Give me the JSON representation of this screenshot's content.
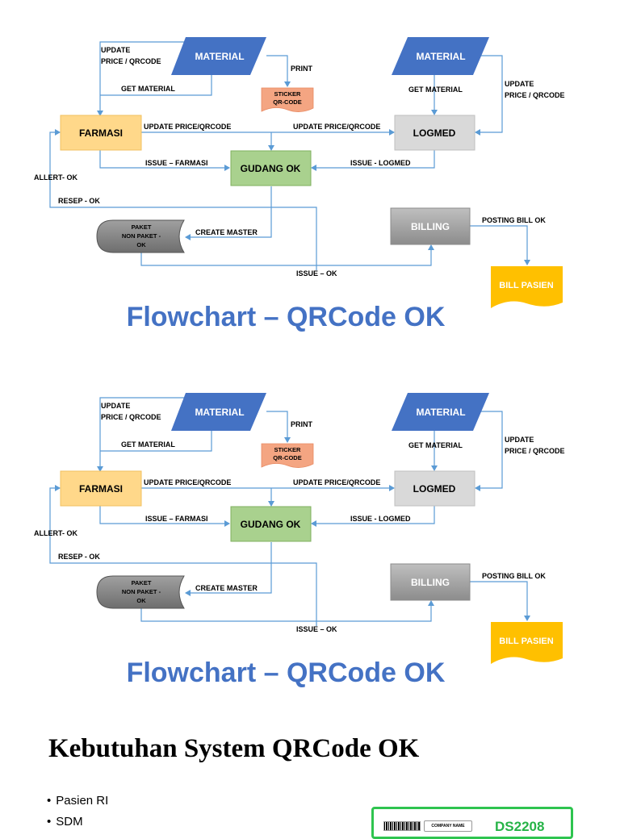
{
  "flowcharts": [
    {
      "title": "Flowchart – QRCode OK",
      "nodes": {
        "material_left": "MATERIAL",
        "material_right": "MATERIAL",
        "sticker_line1": "STICKER",
        "sticker_line2": "QR-CODE",
        "farmasi": "FARMASI",
        "logmed": "LOGMED",
        "gudang": "GUDANG OK",
        "billing": "BILLING",
        "paket_line1": "PAKET",
        "paket_line2": "NON PAKET -",
        "paket_line3": "OK",
        "bill_pasien": "BILL PASIEN"
      },
      "labels": {
        "update_price_qr_line1": "UPDATE",
        "update_price_qr_line2": "PRICE / QRCODE",
        "get_material_left": "GET MATERIAL",
        "print": "PRINT",
        "get_material_right": "GET MATERIAL",
        "update_right_line1": "UPDATE",
        "update_right_line2": "PRICE / QRCODE",
        "update_price_left": "UPDATE PRICE/QRCODE",
        "update_price_right": "UPDATE PRICE/QRCODE",
        "issue_farmasi": "ISSUE – FARMASI",
        "issue_logmed": "ISSUE - LOGMED",
        "allert": "ALLERT- OK",
        "resep": "RESEP - OK",
        "create_master": "CREATE MASTER",
        "posting_bill": "POSTING BILL OK",
        "issue_ok": "ISSUE – OK"
      }
    },
    {
      "title": "Flowchart – QRCode OK",
      "nodes": {
        "material_left": "MATERIAL",
        "material_right": "MATERIAL",
        "sticker_line1": "STICKER",
        "sticker_line2": "QR-CODE",
        "farmasi": "FARMASI",
        "logmed": "LOGMED",
        "gudang": "GUDANG OK",
        "billing": "BILLING",
        "paket_line1": "PAKET",
        "paket_line2": "NON PAKET -",
        "paket_line3": "OK",
        "bill_pasien": "BILL PASIEN"
      },
      "labels": {
        "update_price_qr_line1": "UPDATE",
        "update_price_qr_line2": "PRICE / QRCODE",
        "get_material_left": "GET MATERIAL",
        "print": "PRINT",
        "get_material_right": "GET MATERIAL",
        "update_right_line1": "UPDATE",
        "update_right_line2": "PRICE / QRCODE",
        "update_price_left": "UPDATE PRICE/QRCODE",
        "update_price_right": "UPDATE PRICE/QRCODE",
        "issue_farmasi": "ISSUE – FARMASI",
        "issue_logmed": "ISSUE - LOGMED",
        "allert": "ALLERT- OK",
        "resep": "RESEP - OK",
        "create_master": "CREATE MASTER",
        "posting_bill": "POSTING BILL OK",
        "issue_ok": "ISSUE – OK"
      }
    }
  ],
  "section": {
    "heading": "Kebutuhan System QRCode OK",
    "bullets": [
      "Pasien RI",
      "SDM"
    ],
    "card": {
      "company_name": "COMPANY NAME",
      "code": "DS2208"
    }
  },
  "colors": {
    "material": "#4472c4",
    "farmasi": "#ffd88a",
    "logmed": "#d9d9d9",
    "gudang": "#a9d18e",
    "billing": "#a6a6a6",
    "paket": "#8c8c8c",
    "bill_pasien": "#ffc000",
    "sticker": "#f4a582",
    "connector": "#5b9bd5",
    "title": "#4472c4"
  }
}
